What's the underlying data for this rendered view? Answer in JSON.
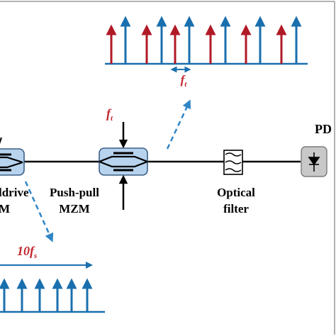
{
  "labels": {
    "pd": "PD",
    "push_pull_line1": "Push-pull",
    "push_pull_line2": "MZM",
    "dual_drive_line1": "ldrive",
    "dual_drive_line2": "M",
    "optical_filter_line1": "Optical",
    "optical_filter_line2": "filter",
    "ft_rf": "f",
    "ft_rf_sub": "t",
    "ft_spacing": "f",
    "ft_spacing_sub": "t",
    "fs_label": "10f",
    "fs_label_sub": "s"
  },
  "colors": {
    "red_line": "#b01a27",
    "blue_line": "#1a6fae",
    "device_fill": "#b7d3ee",
    "device_stroke": "#3c5f86",
    "pd_fill": "#c8c8c8",
    "dashed_arrow": "#2f85c6",
    "fs_text": "#c0272d",
    "ft_text": "#c0272d"
  },
  "icons": {
    "mzm": "mach-zehnder-modulator-icon",
    "filter": "optical-filter-icon",
    "photodiode": "photodiode-icon"
  }
}
